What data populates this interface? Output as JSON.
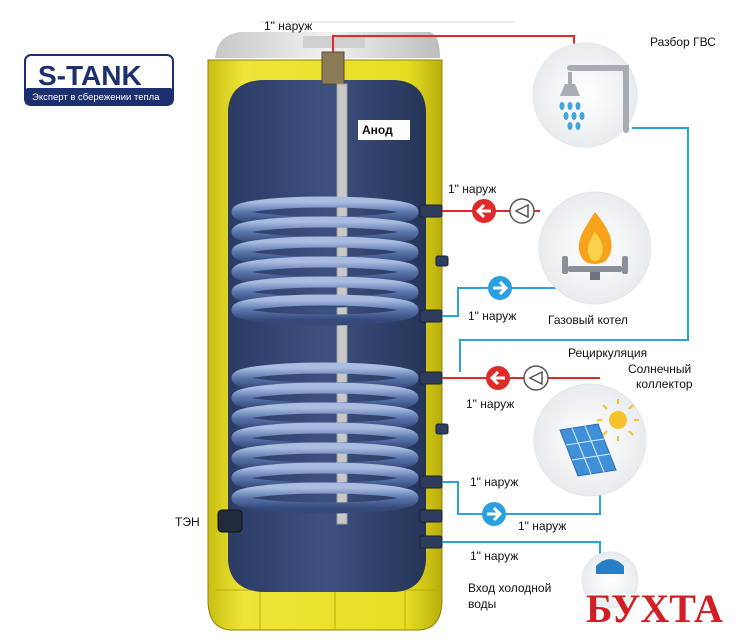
{
  "logo": {
    "brand": "S-TANK",
    "tagline": "Эксперт в сбережении тепла"
  },
  "labels": {
    "top_connection": "1\" наруж",
    "anode": "Анод",
    "coil1_out": "1\" наруж",
    "coil1_in": "1\" наруж",
    "recirculation": "Рециркуляция",
    "coil2_out": "1\" наруж",
    "coil2_in_left": "1\" наруж",
    "coil2_in_right": "1\" наруж",
    "cold_in": "1\" наруж",
    "heater": "ТЭН",
    "hot_water": "Разбор ГВС",
    "gas_boiler": "Газовый котел",
    "solar_line1": "Солнечный",
    "solar_line2": "коллектор",
    "cold_water_line1": "Вход холодной",
    "cold_water_line2": "воды"
  },
  "watermark": "БУХТА",
  "icons": [
    "shower-icon",
    "gas-flame-icon",
    "solar-panel-icon",
    "cold-water-icon"
  ],
  "colors": {
    "hot_line": "#e02a2a",
    "cold_line": "#2aa3d6",
    "tank_shell": "#e6dc1e",
    "tank_inner": "#2a3a63",
    "arrow_blue": "#2a9fe0",
    "arrow_red": "#e02a2a",
    "watermark": "#d21f25"
  }
}
